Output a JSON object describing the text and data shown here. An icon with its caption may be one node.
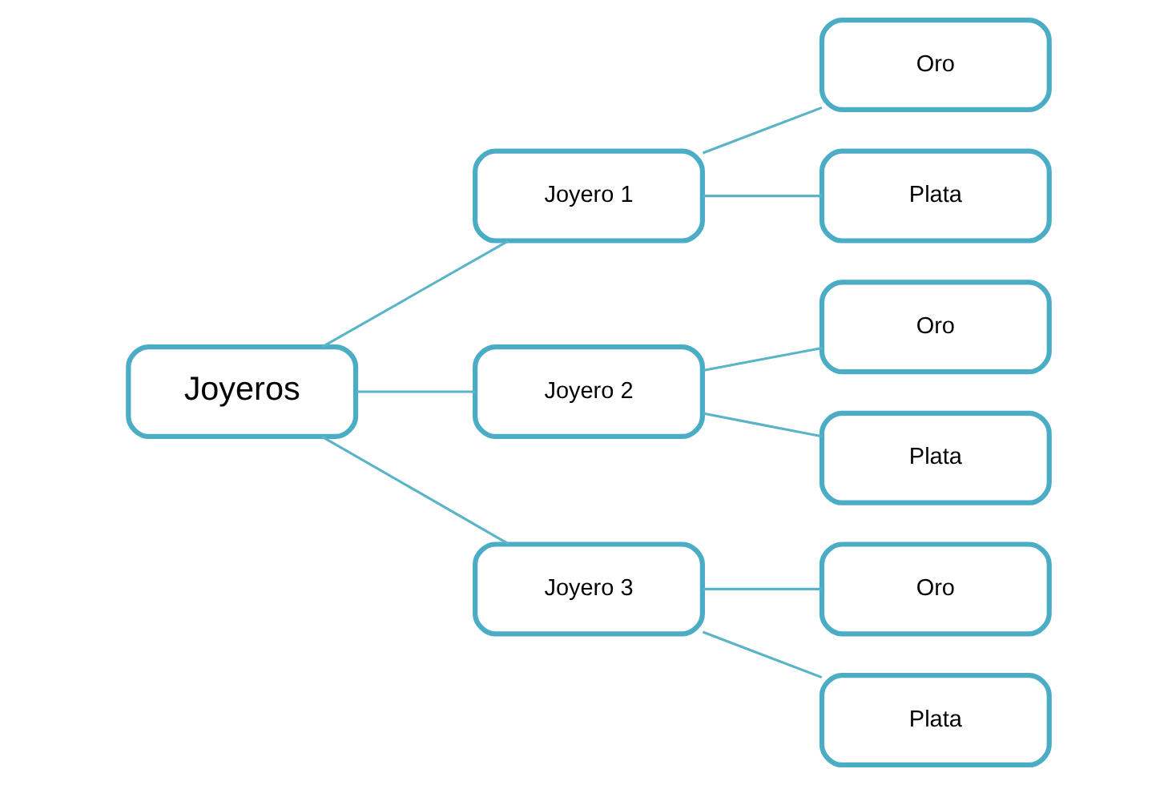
{
  "diagram": {
    "nodes": [
      {
        "text": [
          "Joyeros"
        ]
      },
      {
        "text": [
          "Joyero 1"
        ]
      },
      {
        "text": [
          "Oro"
        ]
      },
      {
        "text": [
          "Plata"
        ]
      },
      {
        "text": [
          "Joyero 2"
        ]
      },
      {
        "text": [
          "Oro"
        ]
      },
      {
        "text": [
          "Plata"
        ]
      },
      {
        "text": [
          "Joyero 3"
        ]
      },
      {
        "text": [
          "Oro"
        ]
      },
      {
        "text": [
          "Plata"
        ]
      }
    ],
    "edges": [
      {
        "from": 0,
        "to": 1,
        "arrow": "none"
      },
      {
        "from": 0,
        "to": 4,
        "arrow": "none"
      },
      {
        "from": 0,
        "to": 7,
        "arrow": "none"
      },
      {
        "from": 1,
        "to": 2,
        "arrow": "none"
      },
      {
        "from": 1,
        "to": 3,
        "arrow": "none"
      },
      {
        "from": 4,
        "to": 5,
        "arrow": "none"
      },
      {
        "from": 4,
        "to": 6,
        "arrow": "none"
      },
      {
        "from": 7,
        "to": 8,
        "arrow": "none"
      },
      {
        "from": 7,
        "to": 9,
        "arrow": "none"
      }
    ]
  }
}
